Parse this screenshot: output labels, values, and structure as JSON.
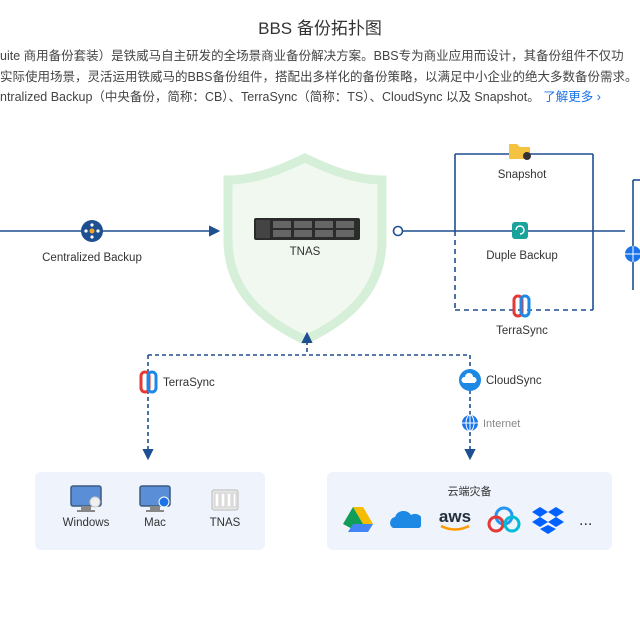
{
  "page": {
    "title": "BBS 备份拓扑图",
    "desc_lines": [
      "uite 商用备份套装）是铁威马自主研发的全场景商业备份解决方案。BBS专为商业应用而设计，其备份组件不仅功",
      "实际使用场景，灵活运用铁威马的BBS备份组件，搭配出多样化的备份策略，以满足中小企业的绝大多数备份需求。",
      "ntralized Backup（中央备份，简称：CB）、TerraSync（简称：TS）、CloudSync 以及 Snapshot。"
    ],
    "more_link": "了解更多 ›"
  },
  "diagram": {
    "centralized_backup": "Centralized Backup",
    "tnas": "TNAS",
    "snapshot": "Snapshot",
    "duple_backup": "Duple Backup",
    "terrasync_right": "TerraSync",
    "terrasync_left": "TerraSync",
    "cloudsync": "CloudSync",
    "internet": "Internet",
    "left_panel": {
      "items": [
        {
          "label": "Windows",
          "icon": "windows-pc-icon"
        },
        {
          "label": "Mac",
          "icon": "mac-pc-icon"
        },
        {
          "label": "TNAS",
          "icon": "tnas-device-icon"
        }
      ]
    },
    "right_panel": {
      "title": "云端灾备",
      "items": [
        {
          "icon": "google-drive-icon"
        },
        {
          "icon": "onedrive-icon"
        },
        {
          "label": "aws",
          "icon": "aws-icon"
        },
        {
          "icon": "baidu-cloud-icon"
        },
        {
          "icon": "dropbox-icon"
        },
        {
          "label": "...",
          "icon": "more-icon"
        }
      ]
    }
  },
  "colors": {
    "line": "#1e4f91",
    "shield_border": "#d6efd8",
    "shield_fill": "#f0f8f0",
    "panel_bg": "#eef3fc",
    "link": "#1a73e8"
  }
}
